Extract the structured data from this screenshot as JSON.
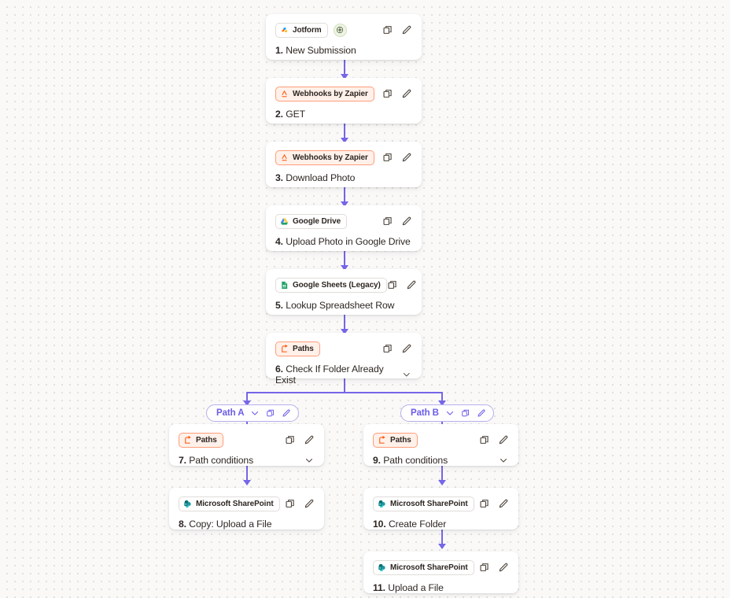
{
  "canvas": {
    "background_color": "#faf9f8",
    "dot_color": "#e3e0dc",
    "connector_color": "#7566e8"
  },
  "steps": [
    {
      "id": "step-1",
      "number": "1.",
      "title": "New Submission",
      "app": "Jotform",
      "app_icon": "jotform-icon",
      "badge_style": "plain",
      "is_trigger": true,
      "trigger_icon": "trigger-bolt-icon",
      "has_chevron": false,
      "copy_label": "Copy",
      "edit_label": "Edit"
    },
    {
      "id": "step-2",
      "number": "2.",
      "title": "GET",
      "app": "Webhooks by Zapier",
      "app_icon": "webhooks-icon",
      "badge_style": "accent",
      "is_trigger": false,
      "has_chevron": false,
      "copy_label": "Copy",
      "edit_label": "Edit"
    },
    {
      "id": "step-3",
      "number": "3.",
      "title": "Download Photo",
      "app": "Webhooks by Zapier",
      "app_icon": "webhooks-icon",
      "badge_style": "accent",
      "is_trigger": false,
      "has_chevron": false,
      "copy_label": "Copy",
      "edit_label": "Edit"
    },
    {
      "id": "step-4",
      "number": "4.",
      "title": "Upload Photo in Google Drive",
      "app": "Google Drive",
      "app_icon": "google-drive-icon",
      "badge_style": "plain",
      "is_trigger": false,
      "has_chevron": false,
      "copy_label": "Copy",
      "edit_label": "Edit"
    },
    {
      "id": "step-5",
      "number": "5.",
      "title": "Lookup Spreadsheet Row",
      "app": "Google Sheets (Legacy)",
      "app_icon": "google-sheets-icon",
      "badge_style": "plain",
      "is_trigger": false,
      "has_chevron": false,
      "copy_label": "Copy",
      "edit_label": "Edit"
    },
    {
      "id": "step-6",
      "number": "6.",
      "title": "Check If Folder Already Exist",
      "app": "Paths",
      "app_icon": "paths-icon",
      "badge_style": "accent",
      "is_trigger": false,
      "has_chevron": true,
      "copy_label": "Copy",
      "edit_label": "Edit"
    },
    {
      "id": "step-7",
      "number": "7.",
      "title": "Path conditions",
      "app": "Paths",
      "app_icon": "paths-icon",
      "badge_style": "accent",
      "is_trigger": false,
      "has_chevron": true,
      "copy_label": "Copy",
      "edit_label": "Edit"
    },
    {
      "id": "step-8",
      "number": "8.",
      "title": "Copy: Upload a File",
      "app": "Microsoft SharePoint",
      "app_icon": "sharepoint-icon",
      "badge_style": "plain",
      "is_trigger": false,
      "has_chevron": false,
      "copy_label": "Copy",
      "edit_label": "Edit"
    },
    {
      "id": "step-9",
      "number": "9.",
      "title": "Path conditions",
      "app": "Paths",
      "app_icon": "paths-icon",
      "badge_style": "accent",
      "is_trigger": false,
      "has_chevron": true,
      "copy_label": "Copy",
      "edit_label": "Edit"
    },
    {
      "id": "step-10",
      "number": "10.",
      "title": "Create Folder",
      "app": "Microsoft SharePoint",
      "app_icon": "sharepoint-icon",
      "badge_style": "plain",
      "is_trigger": false,
      "has_chevron": false,
      "copy_label": "Copy",
      "edit_label": "Edit"
    },
    {
      "id": "step-11",
      "number": "11.",
      "title": "Upload a File",
      "app": "Microsoft SharePoint",
      "app_icon": "sharepoint-icon",
      "badge_style": "plain",
      "is_trigger": false,
      "has_chevron": false,
      "copy_label": "Copy",
      "edit_label": "Edit"
    }
  ],
  "paths": [
    {
      "id": "path-a",
      "label": "Path A",
      "accent_color": "#6b5ce7",
      "chevron_icon": "chevron-down-icon",
      "copy_icon": "copy-icon",
      "edit_icon": "pencil-icon"
    },
    {
      "id": "path-b",
      "label": "Path B",
      "accent_color": "#6b5ce7",
      "chevron_icon": "chevron-down-icon",
      "copy_icon": "copy-icon",
      "edit_icon": "pencil-icon"
    }
  ]
}
